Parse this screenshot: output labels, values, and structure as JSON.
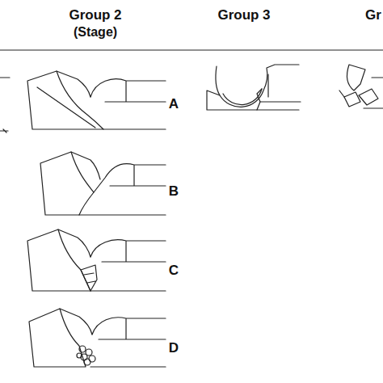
{
  "diagram": {
    "labels": [
      "Group 2",
      "(Stage)",
      "Group 3",
      "Gr",
      "A",
      "B",
      "C",
      "D"
    ]
  }
}
